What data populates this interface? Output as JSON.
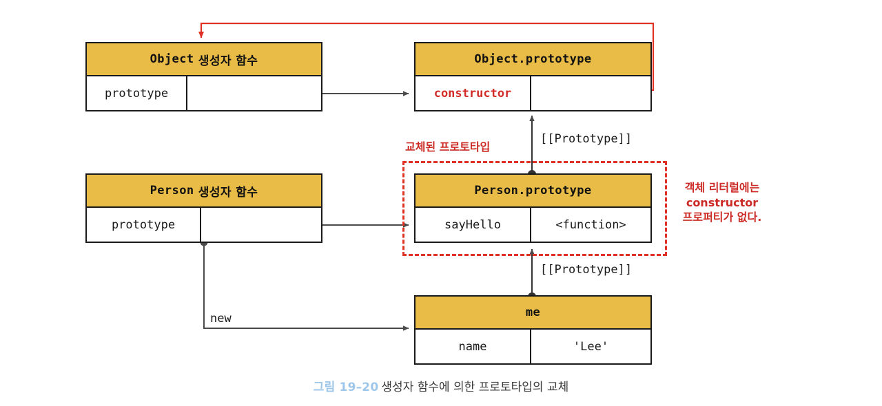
{
  "figure": {
    "caption_number": "그림 19–20",
    "caption_title": "생성자 함수에 의한 프로토타입의 교체"
  },
  "colors": {
    "header_fill": "#e8bc46",
    "box_border": "#1a1a1a",
    "accent_red": "#e03127",
    "red_text": "#cc2b25",
    "wire_gray": "#4a4a4a",
    "caption_blue": "#9ec6e8"
  },
  "boxes": {
    "object_ctor": {
      "title_mono": "Object",
      "title_kor": "생성자 함수",
      "rows": [
        {
          "key": "prototype",
          "value": ""
        }
      ]
    },
    "object_prototype": {
      "title": "Object.prototype",
      "rows": [
        {
          "key": "constructor",
          "value": ""
        }
      ]
    },
    "person_ctor": {
      "title_mono": "Person",
      "title_kor": "생성자 함수",
      "rows": [
        {
          "key": "prototype",
          "value": ""
        }
      ]
    },
    "person_prototype": {
      "title": "Person.prototype",
      "rows": [
        {
          "key": "sayHello",
          "value": "<function>"
        }
      ]
    },
    "me": {
      "title": "me",
      "rows": [
        {
          "key": "name",
          "value": "'Lee'"
        }
      ]
    }
  },
  "annotations": {
    "prototype_link_upper": "[[Prototype]]",
    "prototype_link_lower": "[[Prototype]]",
    "new_label": "new",
    "replaced_prototype": "교체된 프로토타입",
    "no_constructor_line1": "객체 리터럴에는",
    "no_constructor_line2": "constructor",
    "no_constructor_line3": "프로퍼티가 없다."
  }
}
